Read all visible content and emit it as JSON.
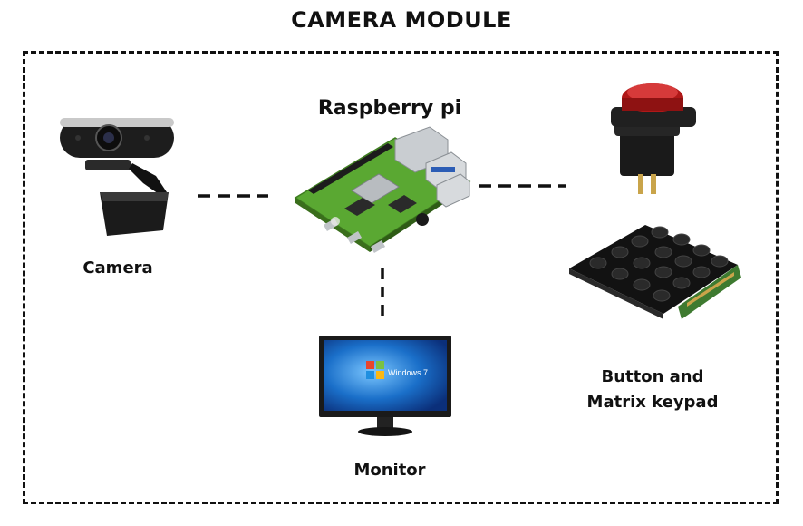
{
  "title": "CAMERA MODULE",
  "nodes": {
    "raspberry_pi": "Raspberry pi",
    "camera": "Camera",
    "monitor": "Monitor",
    "input_line1": "Button and",
    "input_line2": "Matrix keypad"
  },
  "monitor_os": "Windows 7",
  "colors": {
    "frame": "#111111",
    "pcb": "#5aa832",
    "button_cap": "#b01818",
    "screen": "#1a6fc9"
  }
}
